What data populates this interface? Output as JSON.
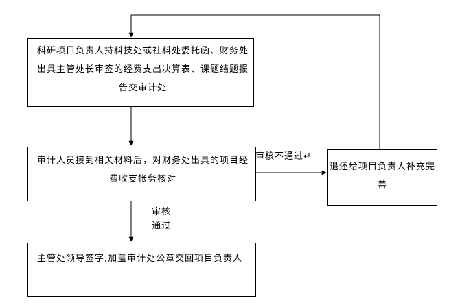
{
  "boxes": {
    "submit": "科研项目负责人持科技处或社科处委托函、财务处出具主管处长审签的经费支出决算表、课题结题报告交审计处",
    "review": "审计人员接到相关材料后，对财务处出具的项目经费收支帐务核对",
    "return": "退还给项目负责人补充完善",
    "final": "主管处领导签字,加盖审计处公章交回项目负责人"
  },
  "labels": {
    "fail": "审核不通过↵",
    "pass": "审核通过"
  }
}
